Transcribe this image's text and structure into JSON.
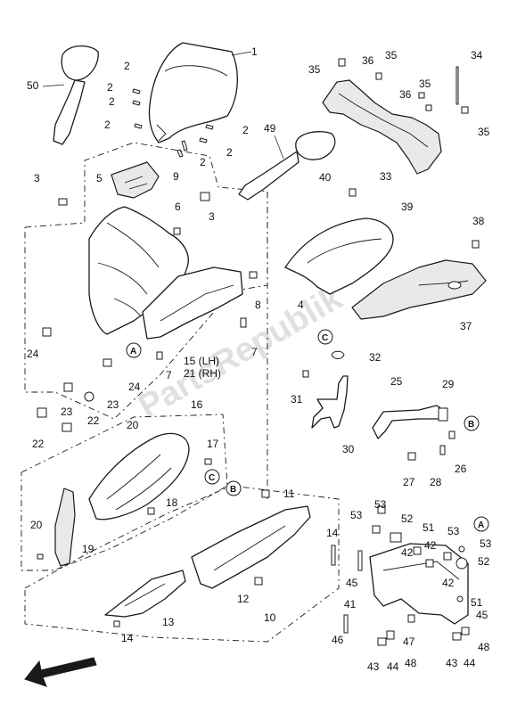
{
  "watermark": "PartsRepublik",
  "callouts": [
    {
      "id": "c1",
      "text": "1"
    },
    {
      "id": "c2a",
      "text": "2"
    },
    {
      "id": "c2b",
      "text": "2"
    },
    {
      "id": "c2c",
      "text": "2"
    },
    {
      "id": "c2d",
      "text": "2"
    },
    {
      "id": "c2e",
      "text": "2"
    },
    {
      "id": "c2f",
      "text": "2"
    },
    {
      "id": "c2g",
      "text": "2"
    },
    {
      "id": "c3a",
      "text": "3"
    },
    {
      "id": "c3b",
      "text": "3"
    },
    {
      "id": "c4",
      "text": "4"
    },
    {
      "id": "c5",
      "text": "5"
    },
    {
      "id": "c6",
      "text": "6"
    },
    {
      "id": "c7a",
      "text": "7"
    },
    {
      "id": "c7b",
      "text": "7"
    },
    {
      "id": "c8",
      "text": "8"
    },
    {
      "id": "c9",
      "text": "9"
    },
    {
      "id": "c10",
      "text": "10"
    },
    {
      "id": "c11",
      "text": "11"
    },
    {
      "id": "c12",
      "text": "12"
    },
    {
      "id": "c13",
      "text": "13"
    },
    {
      "id": "c14a",
      "text": "14"
    },
    {
      "id": "c14b",
      "text": "14"
    },
    {
      "id": "c15",
      "text": "15 (LH)"
    },
    {
      "id": "c16",
      "text": "16"
    },
    {
      "id": "c17",
      "text": "17"
    },
    {
      "id": "c18",
      "text": "18"
    },
    {
      "id": "c19",
      "text": "19"
    },
    {
      "id": "c20a",
      "text": "20"
    },
    {
      "id": "c20b",
      "text": "20"
    },
    {
      "id": "c21",
      "text": "21 (RH)"
    },
    {
      "id": "c22a",
      "text": "22"
    },
    {
      "id": "c22b",
      "text": "22"
    },
    {
      "id": "c23a",
      "text": "23"
    },
    {
      "id": "c23b",
      "text": "23"
    },
    {
      "id": "c24a",
      "text": "24"
    },
    {
      "id": "c24b",
      "text": "24"
    },
    {
      "id": "c25",
      "text": "25"
    },
    {
      "id": "c26",
      "text": "26"
    },
    {
      "id": "c27",
      "text": "27"
    },
    {
      "id": "c28",
      "text": "28"
    },
    {
      "id": "c29",
      "text": "29"
    },
    {
      "id": "c30",
      "text": "30"
    },
    {
      "id": "c31",
      "text": "31"
    },
    {
      "id": "c32",
      "text": "32"
    },
    {
      "id": "c33",
      "text": "33"
    },
    {
      "id": "c34",
      "text": "34"
    },
    {
      "id": "c35a",
      "text": "35"
    },
    {
      "id": "c35b",
      "text": "35"
    },
    {
      "id": "c35c",
      "text": "35"
    },
    {
      "id": "c35d",
      "text": "35"
    },
    {
      "id": "c36a",
      "text": "36"
    },
    {
      "id": "c36b",
      "text": "36"
    },
    {
      "id": "c37",
      "text": "37"
    },
    {
      "id": "c38",
      "text": "38"
    },
    {
      "id": "c39",
      "text": "39"
    },
    {
      "id": "c40",
      "text": "40"
    },
    {
      "id": "c41",
      "text": "41"
    },
    {
      "id": "c42a",
      "text": "42"
    },
    {
      "id": "c42b",
      "text": "42"
    },
    {
      "id": "c42c",
      "text": "42"
    },
    {
      "id": "c43a",
      "text": "43"
    },
    {
      "id": "c43b",
      "text": "43"
    },
    {
      "id": "c44a",
      "text": "44"
    },
    {
      "id": "c44b",
      "text": "44"
    },
    {
      "id": "c45a",
      "text": "45"
    },
    {
      "id": "c45b",
      "text": "45"
    },
    {
      "id": "c46",
      "text": "46"
    },
    {
      "id": "c47",
      "text": "47"
    },
    {
      "id": "c48a",
      "text": "48"
    },
    {
      "id": "c48b",
      "text": "48"
    },
    {
      "id": "c49",
      "text": "49"
    },
    {
      "id": "c50",
      "text": "50"
    },
    {
      "id": "c51a",
      "text": "51"
    },
    {
      "id": "c51b",
      "text": "51"
    },
    {
      "id": "c52a",
      "text": "52"
    },
    {
      "id": "c52b",
      "text": "52"
    },
    {
      "id": "c53a",
      "text": "53"
    },
    {
      "id": "c53b",
      "text": "53"
    },
    {
      "id": "c53c",
      "text": "53"
    },
    {
      "id": "c53d",
      "text": "53"
    }
  ],
  "refs": [
    {
      "id": "rA1",
      "text": "A"
    },
    {
      "id": "rA2",
      "text": "A"
    },
    {
      "id": "rB1",
      "text": "B"
    },
    {
      "id": "rB2",
      "text": "B"
    },
    {
      "id": "rC1",
      "text": "C"
    },
    {
      "id": "rC2",
      "text": "C"
    }
  ]
}
